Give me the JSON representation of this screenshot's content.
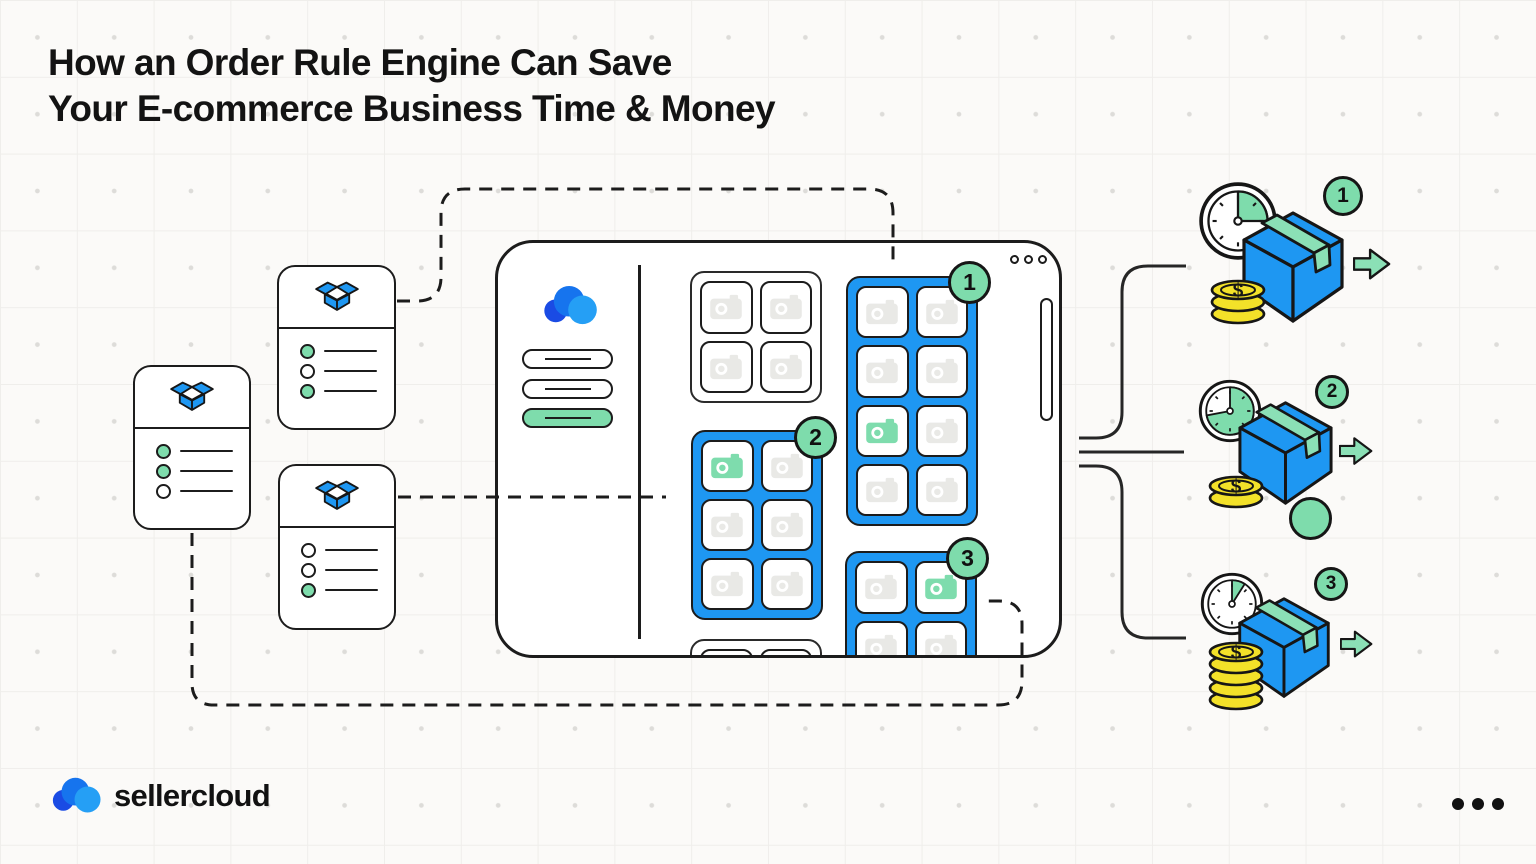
{
  "title": {
    "line1": "How an Order Rule Engine Can Save",
    "line2": "Your E-commerce Business Time & Money"
  },
  "order_cards": [
    {
      "bullets": [
        "mint",
        "white",
        "mint"
      ]
    },
    {
      "bullets": [
        "mint",
        "mint",
        "white"
      ]
    },
    {
      "bullets": [
        "white",
        "white",
        "mint"
      ]
    }
  ],
  "window": {
    "dots": 3,
    "menu_pills": [
      {
        "state": "default"
      },
      {
        "state": "default"
      },
      {
        "state": "active"
      }
    ],
    "product_groups": [
      {
        "style": "plain",
        "cols": 2,
        "rows": 2,
        "highlight": []
      },
      {
        "style": "blue",
        "cols": 2,
        "rows": 4,
        "highlight": [
          4
        ],
        "badge": "1"
      },
      {
        "style": "blue",
        "cols": 2,
        "rows": 3,
        "highlight": [
          0
        ],
        "badge": "2"
      },
      {
        "style": "blue",
        "cols": 2,
        "rows": 2,
        "highlight": [
          1
        ],
        "badge": "3"
      },
      {
        "style": "plain",
        "cols": 2,
        "rows": 1,
        "highlight": []
      }
    ]
  },
  "outcomes": [
    {
      "badge": "1",
      "clock_fraction": 0.25,
      "coin_count": 3
    },
    {
      "badge": "2",
      "clock_fraction": 0.72,
      "coin_count": 2
    },
    {
      "badge": "3",
      "clock_fraction": 0.09,
      "coin_count": 5
    }
  ],
  "coin_symbol": "$",
  "brand": {
    "name": "sellercloud"
  },
  "footer": {
    "menu_dots": 3
  },
  "colors": {
    "blue": "#1e97f2",
    "mint": "#7edcac",
    "yellow": "#f3e129",
    "ink": "#1c1c1c"
  }
}
